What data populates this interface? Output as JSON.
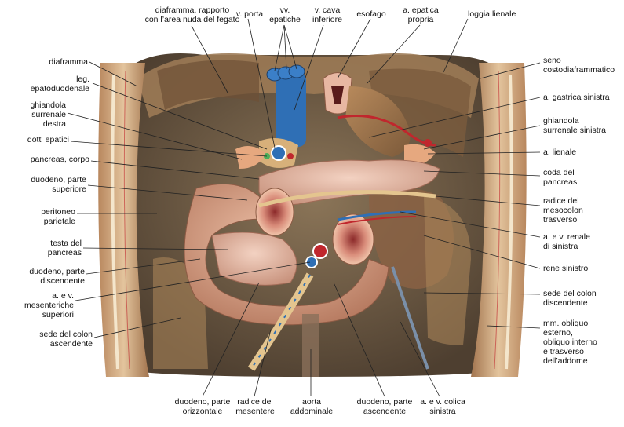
{
  "labels": {
    "top": [
      {
        "id": "diaframma-area-nuda",
        "text": "diaframma, rapporto\ncon l’area nuda del fegato"
      },
      {
        "id": "v-porta",
        "text": "v. porta"
      },
      {
        "id": "vv-epatiche",
        "text": "vv.\nepatiche"
      },
      {
        "id": "v-cava-inferiore",
        "text": "v. cava\ninferiore"
      },
      {
        "id": "esofago",
        "text": "esofago"
      },
      {
        "id": "a-epatica-propria",
        "text": "a. epatica\npropria"
      },
      {
        "id": "loggia-lienale",
        "text": "loggia lienale"
      }
    ],
    "left": [
      {
        "id": "diaframma",
        "text": "diaframma"
      },
      {
        "id": "leg-epatoduodenale",
        "text": "leg.\nepatoduodenale"
      },
      {
        "id": "ghiandola-surrenale-destra",
        "text": "ghiandola\nsurrenale\ndestra"
      },
      {
        "id": "dotti-epatici",
        "text": "dotti epatici"
      },
      {
        "id": "pancreas-corpo",
        "text": "pancreas, corpo"
      },
      {
        "id": "duodeno-superiore",
        "text": "duodeno, parte\nsuperiore"
      },
      {
        "id": "peritoneo-parietale",
        "text": "peritoneo\nparietale"
      },
      {
        "id": "testa-pancreas",
        "text": "testa del\npancreas"
      },
      {
        "id": "duodeno-discendente",
        "text": "duodeno, parte\ndiscendente"
      },
      {
        "id": "mesenteriche-superiori",
        "text": "a. e v.\nmesenteriche\nsuperiori"
      },
      {
        "id": "colon-ascendente",
        "text": "sede del colon\nascendente"
      }
    ],
    "right": [
      {
        "id": "seno-costodiaframmatico",
        "text": "seno\ncostodiaframmatico"
      },
      {
        "id": "a-gastrica-sinistra",
        "text": "a. gastrica sinistra"
      },
      {
        "id": "ghiandola-surrenale-sinistra",
        "text": "ghiandola\nsurrenale sinistra"
      },
      {
        "id": "a-lienale",
        "text": "a. lienale"
      },
      {
        "id": "coda-pancreas",
        "text": "coda del\npancreas"
      },
      {
        "id": "radice-mesocolon",
        "text": "radice del\nmesocolon\ntrasverso"
      },
      {
        "id": "renale-sinistra",
        "text": "a. e v. renale\ndi sinistra"
      },
      {
        "id": "rene-sinistro",
        "text": "rene sinistro"
      },
      {
        "id": "colon-discendente",
        "text": "sede del colon\ndiscendente"
      },
      {
        "id": "mm-obliquo",
        "text": "mm. obliquo\nesterno,\nobliquo interno\ne trasverso\ndell’addome"
      }
    ],
    "bottom": [
      {
        "id": "duodeno-orizzontale",
        "text": "duodeno, parte\norizzontale"
      },
      {
        "id": "radice-mesentere",
        "text": "radice del\nmesentere"
      },
      {
        "id": "aorta-addominale",
        "text": "aorta\naddominale"
      },
      {
        "id": "duodeno-ascendente",
        "text": "duodeno, parte\nascendente"
      },
      {
        "id": "colica-sinistra",
        "text": "a. e v. colica\nsinistra"
      }
    ]
  },
  "colors": {
    "background": "#ffffff",
    "cavity": "#6b5a45",
    "muscle": "#c9a27a",
    "pancreas": "#e2b7a3",
    "duodenum": "#d9a58f",
    "vein": "#2f6fb5",
    "artery": "#c0272d",
    "leader_line": "#222222"
  }
}
